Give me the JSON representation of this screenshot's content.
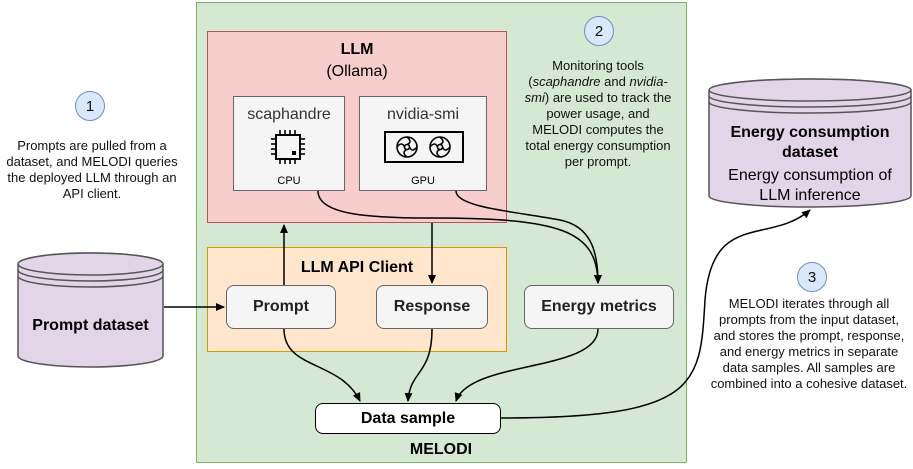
{
  "melodi": {
    "label": "MELODI"
  },
  "llm": {
    "title": "LLM",
    "subtitle": "(Ollama)"
  },
  "tools": {
    "scaphandre": {
      "name": "scaphandre",
      "device": "CPU"
    },
    "nvidia": {
      "name": "nvidia-smi",
      "device": "GPU"
    }
  },
  "client": {
    "title": "LLM API Client",
    "prompt": "Prompt",
    "response": "Response"
  },
  "energy_metrics": "Energy metrics",
  "data_sample": "Data sample",
  "prompt_dataset": "Prompt dataset",
  "energy_dataset": {
    "title": "Energy consumption dataset",
    "subtitle": "Energy consumption of LLM inference"
  },
  "steps": [
    {
      "number": "1",
      "text": "Prompts are pulled from a dataset, and MELODI queries the deployed LLM through an API client."
    },
    {
      "number": "2",
      "text_parts": [
        "Monitoring tools (",
        "scaphandre",
        " and ",
        "nvidia-smi",
        ") are used to track the power usage, and MELODI computes the total energy consumption per prompt."
      ]
    },
    {
      "number": "3",
      "text": "MELODI iterates through all prompts from the input dataset, and stores the prompt, response, and energy metrics in separate data samples. All samples are combined into a cohesive dataset."
    }
  ],
  "colors": {
    "melodi_fill": "#d5e8d4",
    "llm_fill": "#f8cecc",
    "client_fill": "#ffe6cc",
    "dataset_fill": "#e1d5e7",
    "step_fill": "#dae8fc",
    "box_fill": "#f5f5f5"
  }
}
